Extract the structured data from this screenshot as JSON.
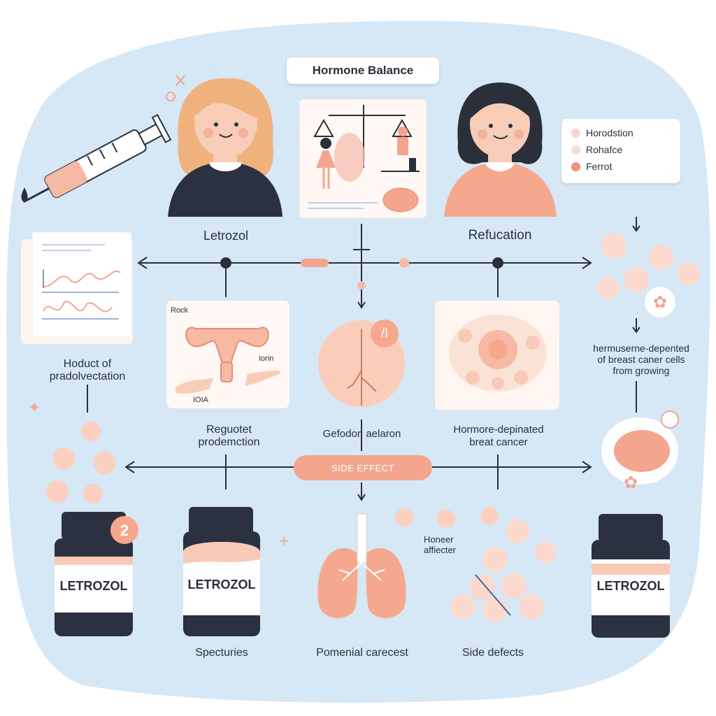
{
  "title": "Hormone Balance",
  "legend": [
    {
      "label": "Horodstion",
      "color": "#f7d7c8"
    },
    {
      "label": "Rohafce",
      "color": "#f9dccd"
    },
    {
      "label": "Ferrot",
      "color": "#f0937a"
    }
  ],
  "people": {
    "left_label": "Letrozol",
    "right_label": "Refucation"
  },
  "left_doc_label": "Hoduct of\npradolvectation",
  "reproductive_label": "Reguotet\nprodemction",
  "reproductive_tags": {
    "top": "Rock",
    "right": "Iorin",
    "bottom": "IOIA"
  },
  "center_label": "Gefodor, aelaron",
  "center_badge": "/I",
  "tissue_label": "Hormore-depinated\nbreat cancer",
  "right_text": "hermuserne-depented\nof breast caner cells\nfrom growing",
  "side_effect": "SIDE EFFECT",
  "bottle_badge": "2",
  "bottles": [
    {
      "label": "LETROZOL"
    },
    {
      "label": "LETROZOL"
    },
    {
      "label": "LETROZOL"
    }
  ],
  "pills_label": "Honeer\naffiecter",
  "bottom_labels": {
    "col1": "Specturies",
    "col2": "Pomenial carecest",
    "col3": "Side defects"
  },
  "colors": {
    "background_blob": "#d6e7f6",
    "accent_coral": "#f3a58e",
    "peach": "#f9d6c6",
    "dark_navy": "#2b2f3a"
  }
}
